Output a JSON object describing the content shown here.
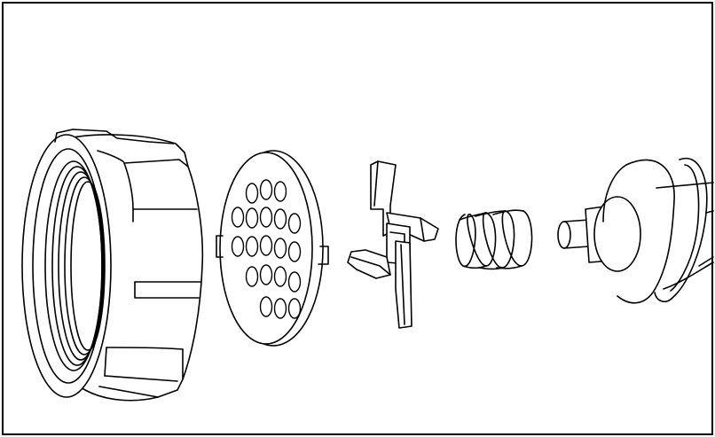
{
  "figure": {
    "parts": [
      {
        "id": "locking-ring",
        "icon": "threaded-ring-nut"
      },
      {
        "id": "cutting-plate",
        "icon": "perforated-disc",
        "hole_count": 20
      },
      {
        "id": "cross-blade",
        "icon": "four-wing-knife"
      },
      {
        "id": "spring",
        "icon": "coil-spring",
        "coil_count": 4
      },
      {
        "id": "feed-screw",
        "icon": "auger-shaft"
      }
    ],
    "colors": {
      "stroke": "#000000",
      "fill": "#ffffff",
      "frame": "#000000"
    }
  }
}
